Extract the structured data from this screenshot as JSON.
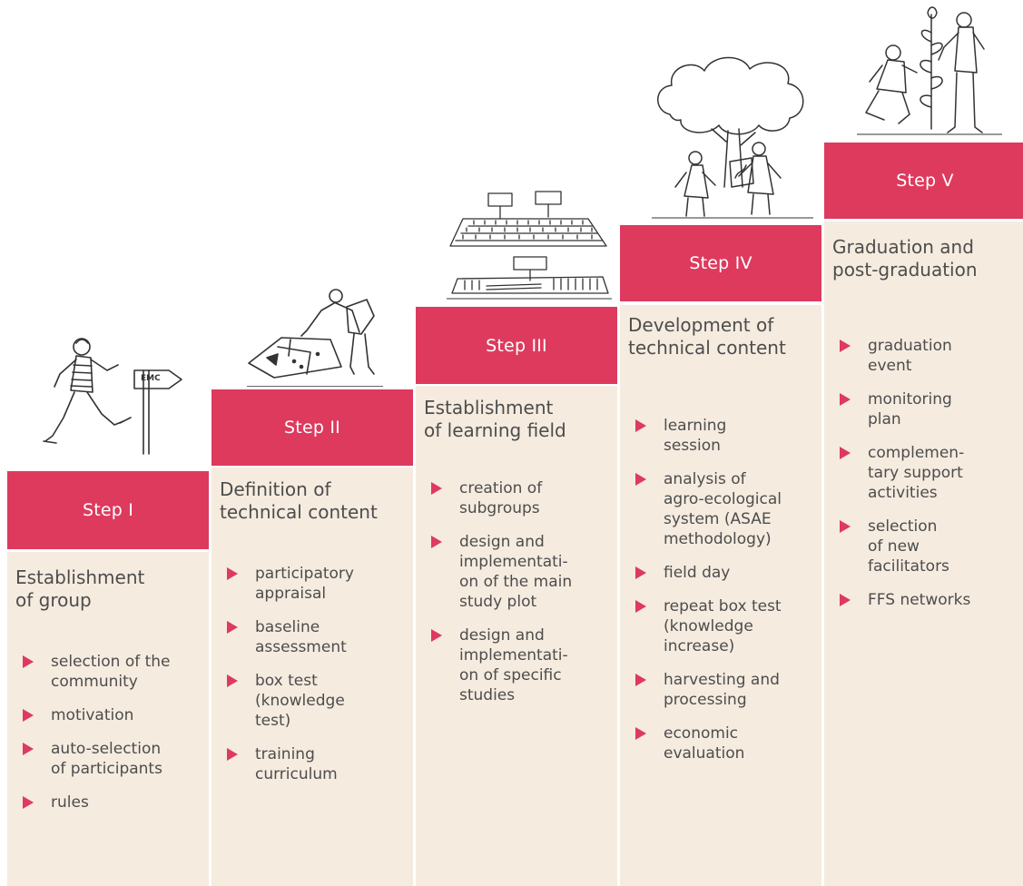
{
  "colors": {
    "accent": "#dd3a5e",
    "panel": "#f5ebdf",
    "text": "#4d4d4d",
    "header_text": "#ffffff"
  },
  "steps": [
    {
      "label": "Step I",
      "title_lines": [
        "Establishment",
        "of group"
      ],
      "items": [
        [
          "selection of the",
          "community"
        ],
        [
          "motivation"
        ],
        [
          "auto-selection",
          "of participants"
        ],
        [
          "rules"
        ]
      ],
      "illustration": "walking-person-with-sign-icon",
      "sign_text": "EMC"
    },
    {
      "label": "Step II",
      "title_lines": [
        "Definition of",
        "technical content"
      ],
      "items": [
        [
          "participatory",
          "appraisal"
        ],
        [
          "baseline",
          "assessment"
        ],
        [
          "box test",
          "(knowledge",
          "test)"
        ],
        [
          "training",
          "curriculum"
        ]
      ],
      "illustration": "person-examining-plot-icon"
    },
    {
      "label": "Step III",
      "title_lines": [
        "Establishment",
        "of learning field"
      ],
      "items": [
        [
          "creation of",
          "subgroups"
        ],
        [
          "design and",
          "implementati-",
          "on of the main",
          "study plot"
        ],
        [
          "design and",
          "implementati-",
          "on of specific",
          "studies"
        ]
      ],
      "illustration": "field-plots-icon"
    },
    {
      "label": "Step IV",
      "title_lines": [
        "Development of",
        "technical content"
      ],
      "items": [
        [
          "learning",
          "session"
        ],
        [
          "analysis of",
          "agro-ecological",
          "system (ASAE",
          "methodology)"
        ],
        [
          "field day"
        ],
        [
          "repeat box test",
          "(knowledge",
          "increase)"
        ],
        [
          "harvesting and",
          "processing"
        ],
        [
          "economic",
          "evaluation"
        ]
      ],
      "illustration": "group-under-tree-icon"
    },
    {
      "label": "Step V",
      "title_lines": [
        "Graduation and",
        "post-graduation"
      ],
      "items": [
        [
          "graduation",
          "event"
        ],
        [
          "monitoring",
          "plan"
        ],
        [
          "complemen-",
          "tary support",
          "activities"
        ],
        [
          "selection",
          "of new",
          "facilitators"
        ],
        [
          "FFS networks"
        ]
      ],
      "illustration": "two-people-with-plant-icon"
    }
  ]
}
